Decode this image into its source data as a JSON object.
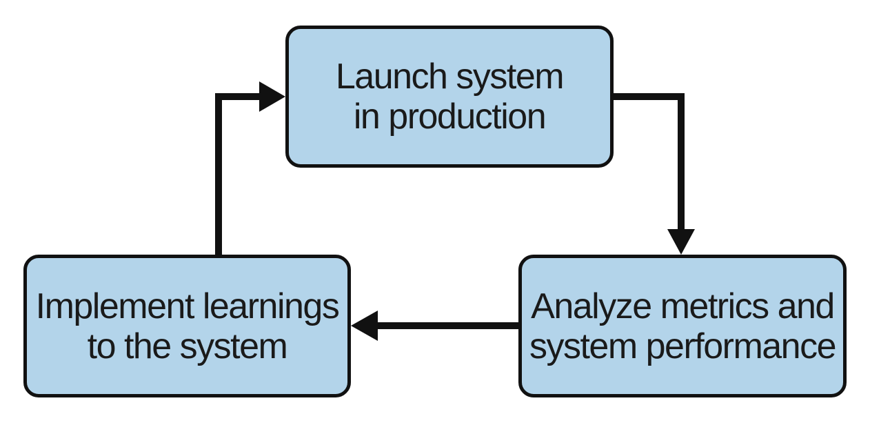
{
  "diagram": {
    "colors": {
      "node_fill": "#b3d4ea",
      "stroke": "#111111",
      "text": "#1a1a1a"
    },
    "nodes": {
      "launch": {
        "label": "Launch system in production"
      },
      "analyze": {
        "label": "Analyze metrics and system performance"
      },
      "implement": {
        "label": "Implement learnings to the system"
      }
    },
    "edges": [
      {
        "from": "launch",
        "to": "analyze"
      },
      {
        "from": "analyze",
        "to": "implement"
      },
      {
        "from": "implement",
        "to": "launch"
      }
    ]
  }
}
